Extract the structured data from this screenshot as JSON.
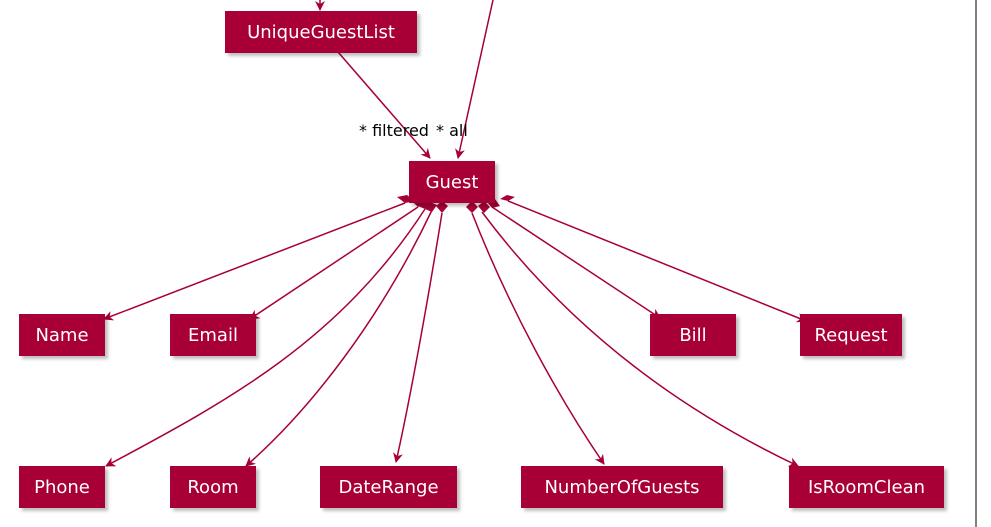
{
  "diagram": {
    "classes": {
      "unique_guest_list": "UniqueGuestList",
      "guest": "Guest",
      "name": "Name",
      "email": "Email",
      "bill": "Bill",
      "request": "Request",
      "phone": "Phone",
      "room": "Room",
      "date_range": "DateRange",
      "number_of_guests": "NumberOfGuests",
      "is_room_clean": "IsRoomClean"
    },
    "labels": {
      "filtered": "* filtered",
      "all": "* all"
    },
    "colors": {
      "class_fill": "#A80036",
      "class_text": "#FFFFFF",
      "edge": "#A80036"
    }
  }
}
